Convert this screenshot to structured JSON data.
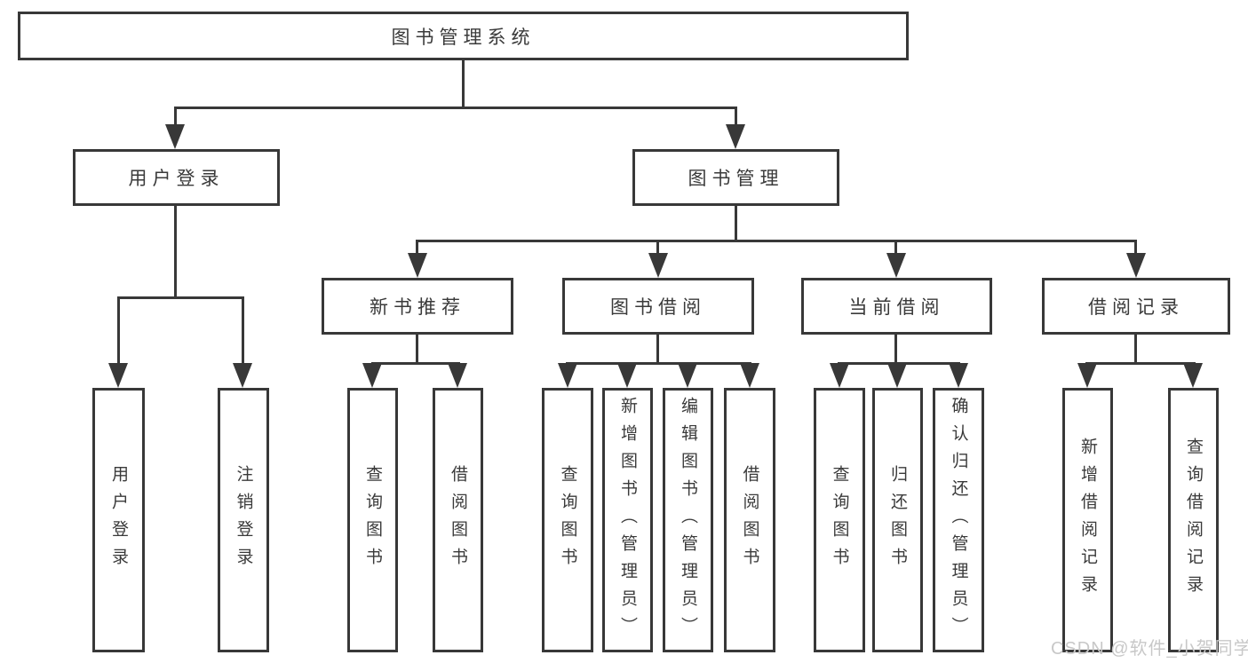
{
  "diagram": {
    "tree": {
      "label": "图书管理系统",
      "children": [
        {
          "label": "用户登录",
          "children": [
            {
              "label": "用户登录"
            },
            {
              "label": "注销登录"
            }
          ]
        },
        {
          "label": "图书管理",
          "children": [
            {
              "label": "新书推荐",
              "children": [
                {
                  "label": "查询图书"
                },
                {
                  "label": "借阅图书"
                }
              ]
            },
            {
              "label": "图书借阅",
              "children": [
                {
                  "label": "查询图书"
                },
                {
                  "label": "新增图书（管理员）"
                },
                {
                  "label": "编辑图书（管理员）"
                },
                {
                  "label": "借阅图书"
                }
              ]
            },
            {
              "label": "当前借阅",
              "children": [
                {
                  "label": "查询图书"
                },
                {
                  "label": "归还图书"
                },
                {
                  "label": "确认归还（管理员）"
                }
              ]
            },
            {
              "label": "借阅记录",
              "children": [
                {
                  "label": "新增借阅记录"
                },
                {
                  "label": "查询借阅记录"
                }
              ]
            }
          ]
        }
      ]
    },
    "watermark": "CSDN @软件_小贺同学",
    "colors": {
      "line": "#383838",
      "box_background": "#ffffff",
      "text": "#3a3a3a",
      "watermark_text": "#c8c8c8",
      "page_background": "#ffffff"
    }
  }
}
